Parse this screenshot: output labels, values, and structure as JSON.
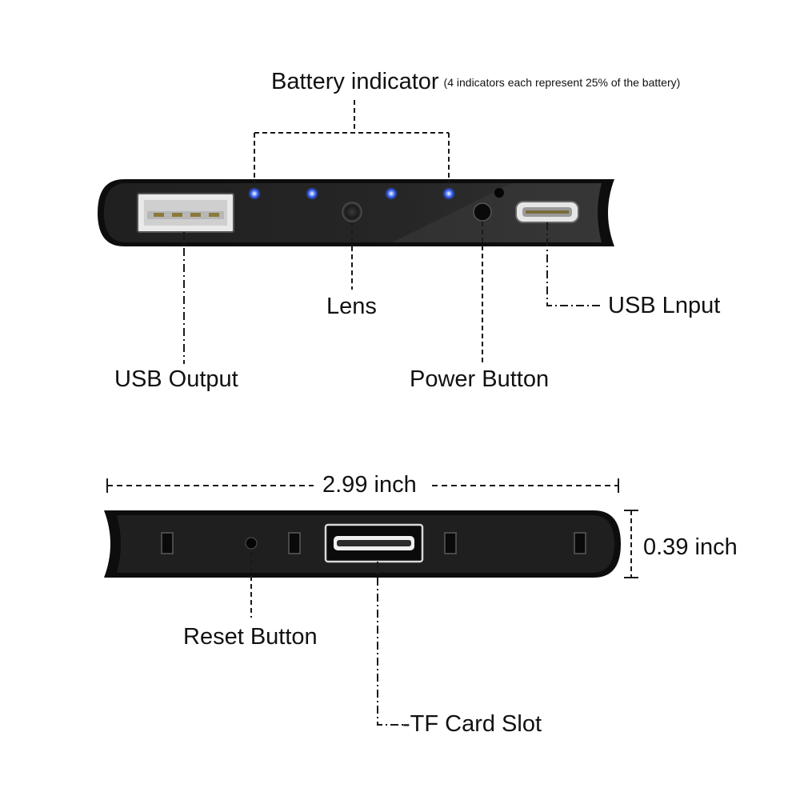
{
  "top_view": {
    "battery_indicator": {
      "title": "Battery indicator",
      "note": "(4 indicators each represent 25% of the battery)",
      "led_count": 4,
      "led_color": "#2f5bff"
    },
    "usb_output_label": "USB Output",
    "lens_label": "Lens",
    "power_button_label": "Power Button",
    "usb_input_label": "USB Lnput"
  },
  "bottom_view": {
    "width_label": "2.99 inch",
    "height_label": "0.39 inch",
    "reset_button_label": "Reset Button",
    "tf_card_slot_label": "-TF Card Slot"
  },
  "colors": {
    "device_body": "#1c1c1c",
    "device_outline": "#000000",
    "leader_lines": "#1a1a1a"
  }
}
